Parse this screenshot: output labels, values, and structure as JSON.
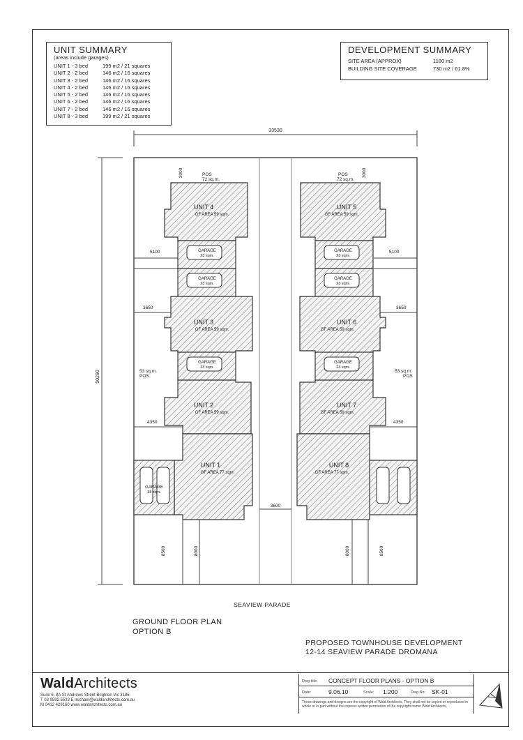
{
  "unit_summary": {
    "title": "UNIT SUMMARY",
    "subtitle": "(areas include garages)",
    "rows": [
      {
        "unit": "UNIT 1 - 3 bed",
        "area": "199 m2 / 21 squares"
      },
      {
        "unit": "UNIT 2 - 2 bed",
        "area": "146 m2 / 16 squares"
      },
      {
        "unit": "UNIT 3 - 2 bed",
        "area": "146 m2 / 16 squares"
      },
      {
        "unit": "UNIT 4 - 2 bed",
        "area": "146 m2 / 16 squares"
      },
      {
        "unit": "UNIT 5 - 2 bed",
        "area": "146 m2 / 16 squares"
      },
      {
        "unit": "UNIT 6 - 2 bed",
        "area": "146 m2 / 16 squares"
      },
      {
        "unit": "UNIT 7 - 2 bed",
        "area": "146 m2 / 16 squares"
      },
      {
        "unit": "UNIT 8 - 3 bed",
        "area": "199 m2 / 21 squares"
      }
    ]
  },
  "development_summary": {
    "title": "DEVELOPMENT SUMMARY",
    "site_area_label": "SITE AREA (APPROX)",
    "site_area_value": "1180 m2",
    "coverage_label": "BUILDING SITE COVERAGE",
    "coverage_value": "730 m2 / 61.8%"
  },
  "plan": {
    "overall_width": "33530",
    "overall_depth": "50290",
    "street": "SEAVIEW PARADE",
    "driveway_width": "3600",
    "pos_top": "POS",
    "pos_top_area": "72 sq.m.",
    "pos_side_area": "53 sq.m.",
    "pos_side_label": "POS",
    "setbacks": {
      "top": "3000",
      "r1": "5100",
      "r2": "3650",
      "r3": "4350",
      "front_outer": "8500",
      "front_inner": "8000"
    },
    "units": [
      {
        "label": "UNIT 4",
        "area": "GF AREA 59 sqm."
      },
      {
        "label": "UNIT 5",
        "area": "GF AREA 59 sqm."
      },
      {
        "label": "UNIT 3",
        "area": "GF AREA 59 sqm."
      },
      {
        "label": "UNIT 6",
        "area": "GF AREA 59 sqm."
      },
      {
        "label": "UNIT 2",
        "area": "GF AREA 59 sqm."
      },
      {
        "label": "UNIT 7",
        "area": "GF AREA 59 sqm."
      },
      {
        "label": "UNIT 1",
        "area": "GF AREA 77 sqm."
      },
      {
        "label": "UNIT 8",
        "area": "GF AREA 77 sqm."
      }
    ],
    "garage_label": "GARAGE",
    "garage_area": "23 sqm.",
    "double_garage_area": "38 sqm."
  },
  "drawing_title": {
    "line1": "GROUND FLOOR PLAN",
    "line2": "OPTION B"
  },
  "project": {
    "line1": "PROPOSED TOWNHOUSE DEVELOPMENT",
    "line2": "12-14 SEAVIEW PARADE DROMANA"
  },
  "title_block": {
    "firm_a": "Wald",
    "firm_b": "Architects",
    "address1": "Suite 6, 8A St Andrews Street Brighton Vic 3186",
    "address2": "T 03 9592 5533  E michael@waldarchitects.com.au",
    "address3": "M 0412 429160  www.waldarchitects.com.au",
    "dwg_title_label": "Dwg title:",
    "dwg_title": "CONCEPT FLOOR PLANS - OPTION B",
    "date_label": "Date:",
    "date": "9.06.10",
    "scale_label": "Scale:",
    "scale": "1:200",
    "dwg_no_label": "Dwg No:",
    "dwg_no": "SK-01",
    "copyright": "These drawings and designs are the copyright of Wald Architects. They shall not be copied or reproduced in whole or in part without the express written permission of the copyright owner Wald Architects."
  }
}
